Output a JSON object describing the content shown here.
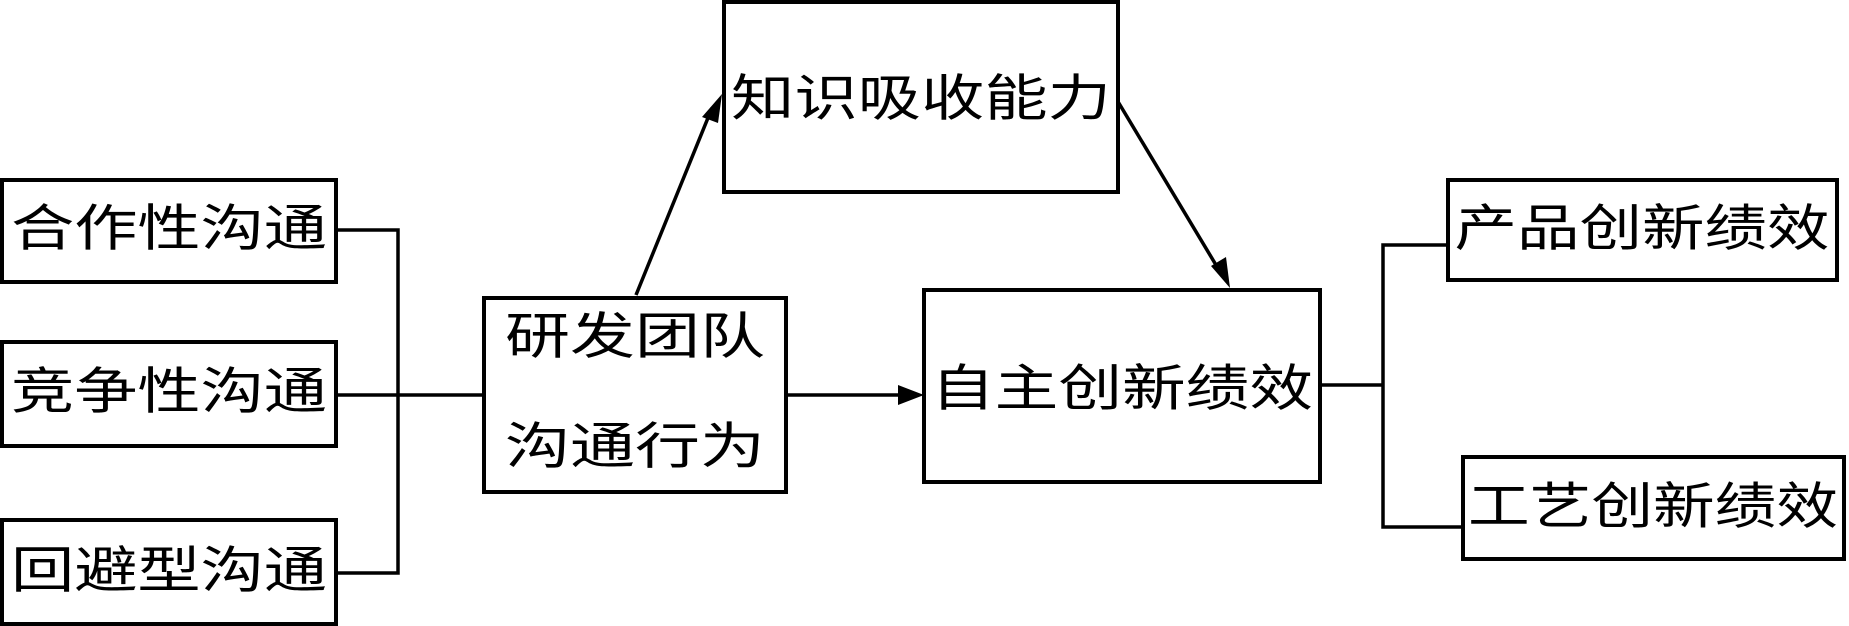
{
  "nodes": {
    "cooperative": "合作性沟通",
    "competitive": "竞争性沟通",
    "avoidant": "回避型沟通",
    "team_line1": "研发团队",
    "team_line2": "沟通行为",
    "absorptive": "知识吸收能力",
    "innovation": "自主创新绩效",
    "product": "产品创新绩效",
    "process": "工艺创新绩效"
  },
  "colors": {
    "stroke": "#000000",
    "fill": "#ffffff"
  }
}
